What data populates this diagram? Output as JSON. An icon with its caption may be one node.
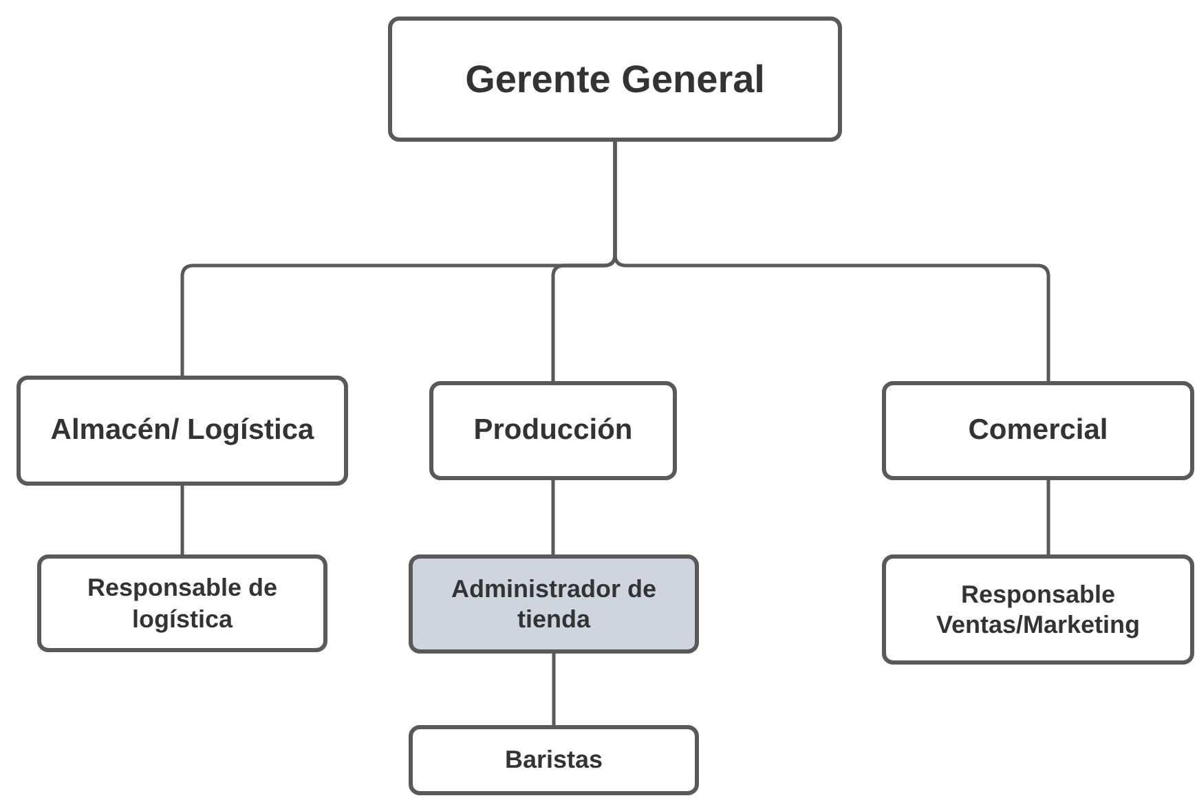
{
  "diagram": {
    "nodes": [
      {
        "text": [
          "Gerente General"
        ]
      },
      {
        "text": [
          "Almacén/ Logística"
        ]
      },
      {
        "text": [
          "Producción"
        ]
      },
      {
        "text": [
          "Comercial"
        ]
      },
      {
        "text": [
          "Responsable de logística"
        ]
      },
      {
        "text": [
          "Administrador de tienda"
        ]
      },
      {
        "text": [
          "Responsable Ventas/Marketing"
        ]
      },
      {
        "text": [
          "Baristas"
        ]
      }
    ],
    "edges": [
      {
        "from": 0,
        "to": 1,
        "arrow": "none"
      },
      {
        "from": 0,
        "to": 2,
        "arrow": "none"
      },
      {
        "from": 0,
        "to": 3,
        "arrow": "none"
      },
      {
        "from": 1,
        "to": 4,
        "arrow": "none"
      },
      {
        "from": 2,
        "to": 5,
        "arrow": "none"
      },
      {
        "from": 5,
        "to": 7,
        "arrow": "none"
      },
      {
        "from": 3,
        "to": 6,
        "arrow": "none"
      }
    ]
  }
}
